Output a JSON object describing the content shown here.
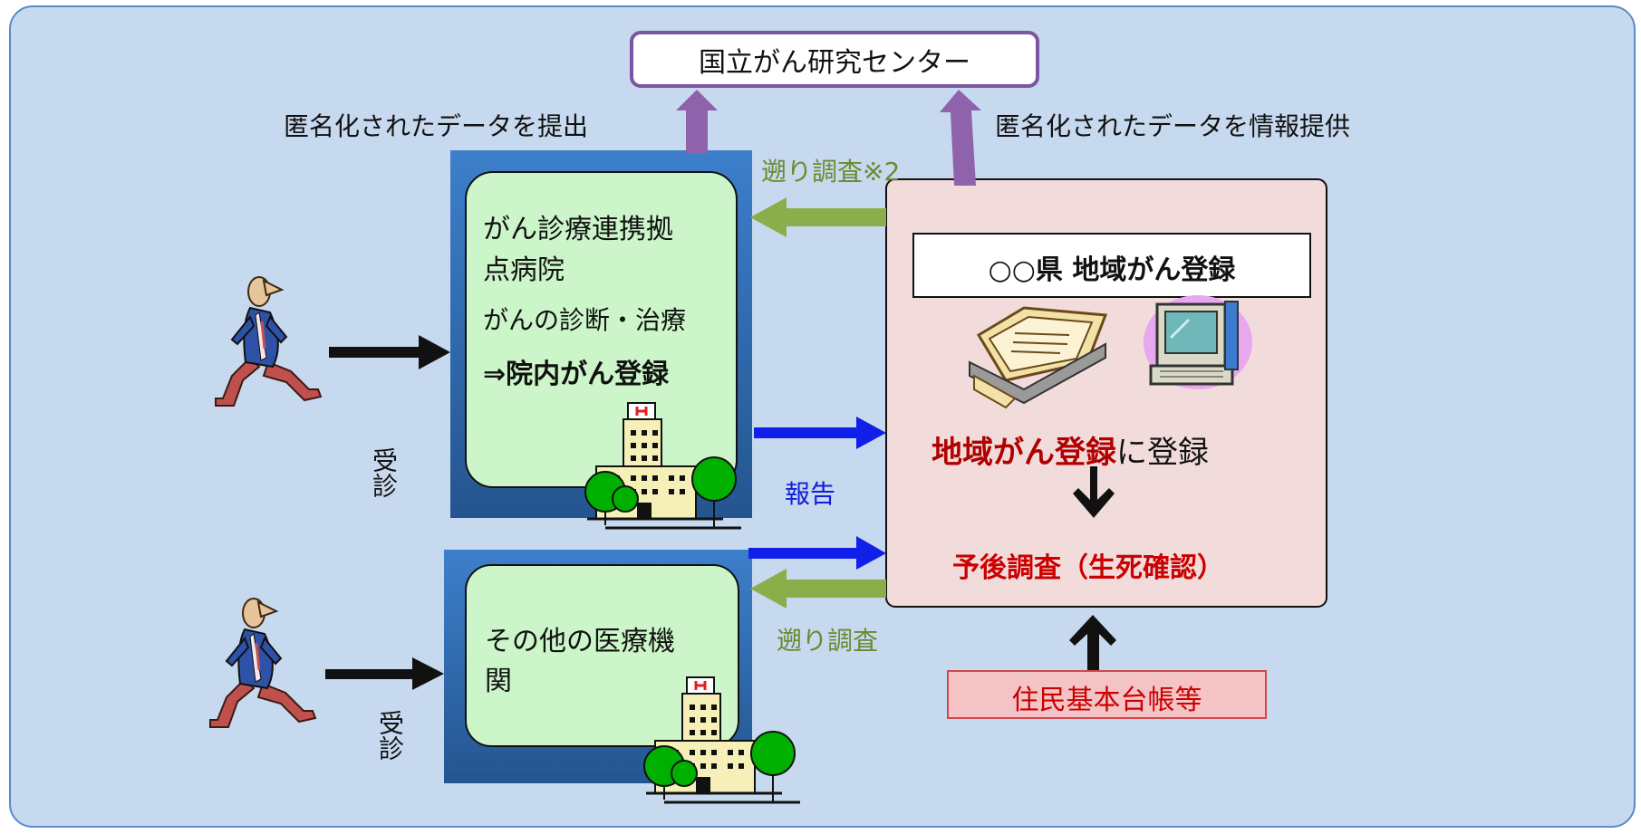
{
  "top_box": {
    "label": "国立がん研究センター"
  },
  "labels": {
    "submit_left": "匿名化されたデータを提出",
    "provide_right": "匿名化されたデータを情報提供",
    "retro_survey_2": "遡り調査※2",
    "report": "報告",
    "retro_survey": "遡り調査",
    "visit_1": "受診",
    "visit_2": "受診"
  },
  "hospital": {
    "title_line1": "がん診療連携拠",
    "title_line2": "点病院",
    "subtitle": "がんの診断・治療",
    "registry": "⇒院内がん登録"
  },
  "other": {
    "title_line1": "その他の医療機",
    "title_line2": "関"
  },
  "regional": {
    "header": "○○県 地域がん登録",
    "register_red": "地域がん登録",
    "register_rest": "に登録",
    "prognosis": "予後調査（生死確認）"
  },
  "resident_box": {
    "label": "住民基本台帳等"
  },
  "icons": [
    "runner-icon",
    "hospital-building-icon",
    "document-tray-icon",
    "computer-icon"
  ],
  "colors": {
    "background": "#c7d9ef",
    "green_arrow": "#8bae4a",
    "blue_arrow": "#1020e8",
    "purple_arrow": "#8f63ab",
    "red_text": "#cc0000"
  }
}
